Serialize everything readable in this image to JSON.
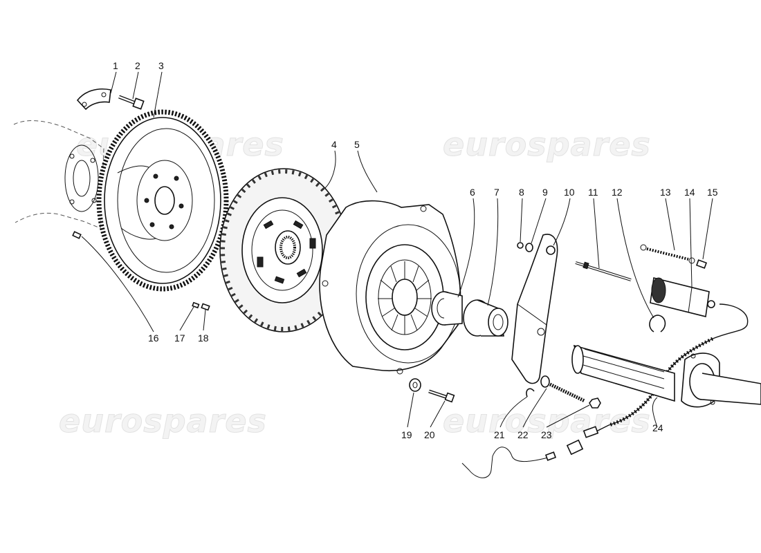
{
  "watermark": "eurospares",
  "callouts": [
    {
      "id": "1",
      "label": "1"
    },
    {
      "id": "2",
      "label": "2"
    },
    {
      "id": "3",
      "label": "3"
    },
    {
      "id": "4",
      "label": "4"
    },
    {
      "id": "5",
      "label": "5"
    },
    {
      "id": "6",
      "label": "6"
    },
    {
      "id": "7",
      "label": "7"
    },
    {
      "id": "8",
      "label": "8"
    },
    {
      "id": "9",
      "label": "9"
    },
    {
      "id": "10",
      "label": "10"
    },
    {
      "id": "11",
      "label": "11"
    },
    {
      "id": "12",
      "label": "12"
    },
    {
      "id": "13",
      "label": "13"
    },
    {
      "id": "14",
      "label": "14"
    },
    {
      "id": "15",
      "label": "15"
    },
    {
      "id": "16",
      "label": "16"
    },
    {
      "id": "17",
      "label": "17"
    },
    {
      "id": "18",
      "label": "18"
    },
    {
      "id": "19",
      "label": "19"
    },
    {
      "id": "20",
      "label": "20"
    },
    {
      "id": "21",
      "label": "21"
    },
    {
      "id": "22",
      "label": "22"
    },
    {
      "id": "23",
      "label": "23"
    },
    {
      "id": "24",
      "label": "24"
    }
  ]
}
